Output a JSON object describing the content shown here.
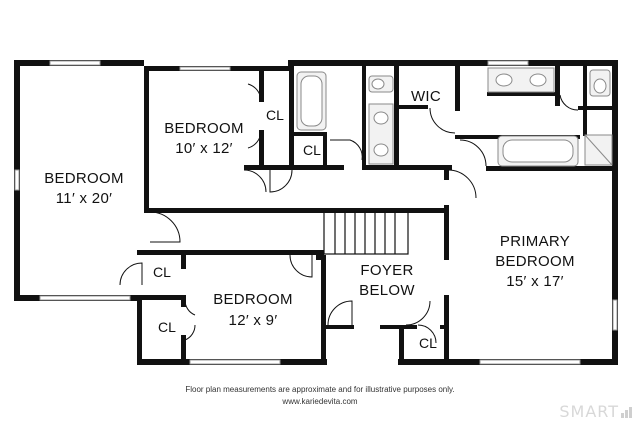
{
  "rooms": {
    "bedroom_left": {
      "name": "BEDROOM",
      "size": "11′ x 20′"
    },
    "bedroom_top": {
      "name": "BEDROOM",
      "size": "10′ x 12′"
    },
    "bedroom_bottom": {
      "name": "BEDROOM",
      "size": "12′ x 9′"
    },
    "primary": {
      "name": "PRIMARY",
      "name2": "BEDROOM",
      "size": "15′ x 17′"
    },
    "foyer": {
      "name": "FOYER",
      "name2": "BELOW"
    },
    "wic": "WIC",
    "closet_label": "CL"
  },
  "footer": {
    "disclaimer": "Floor plan measurements are approximate and for illustrative purposes only.",
    "website": "www.kariedevita.com"
  },
  "logo": {
    "text": "SMART"
  },
  "colors": {
    "wall": "#111111",
    "fixture": "#9a9a9a",
    "window": "#aaaaaa",
    "fill": "#e9e9e9"
  }
}
